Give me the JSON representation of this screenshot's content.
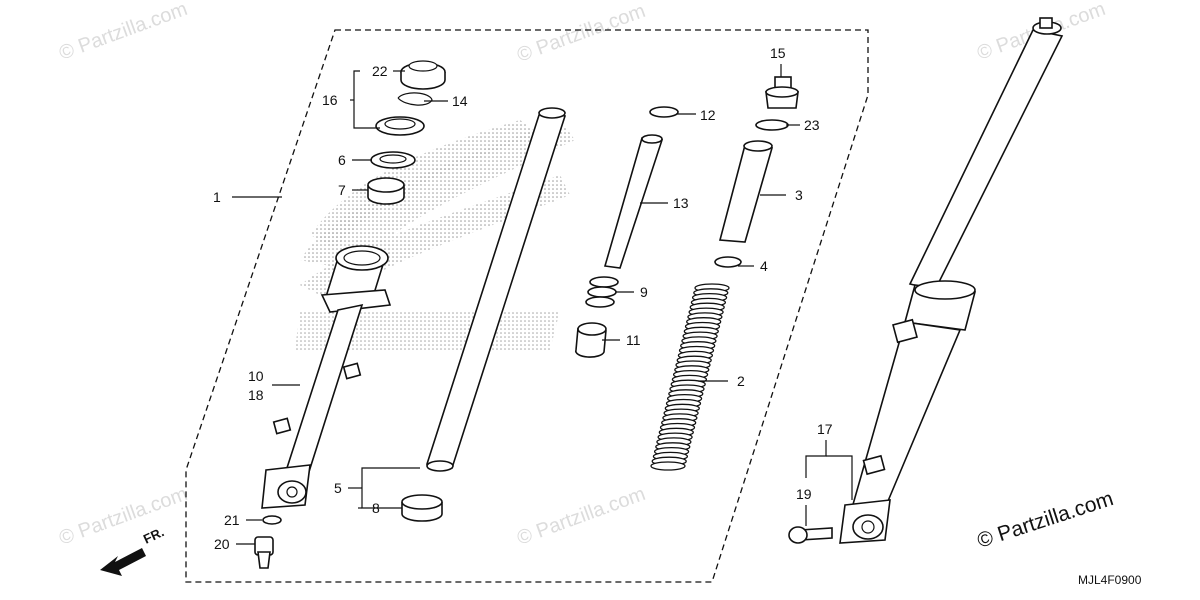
{
  "diagram": {
    "code": "MJL4F0900",
    "copyright": "© Partzilla.com",
    "watermark": "© Partzilla.com",
    "direction": "FR.",
    "labels": {
      "p1": "1",
      "p2": "2",
      "p3": "3",
      "p4": "4",
      "p5": "5",
      "p6": "6",
      "p7": "7",
      "p8": "8",
      "p9": "9",
      "p10": "10",
      "p11": "11",
      "p12": "12",
      "p13": "13",
      "p14": "14",
      "p15": "15",
      "p16": "16",
      "p17": "17",
      "p18": "18",
      "p19": "19",
      "p20": "20",
      "p21": "21",
      "p22": "22",
      "p23": "23"
    }
  }
}
